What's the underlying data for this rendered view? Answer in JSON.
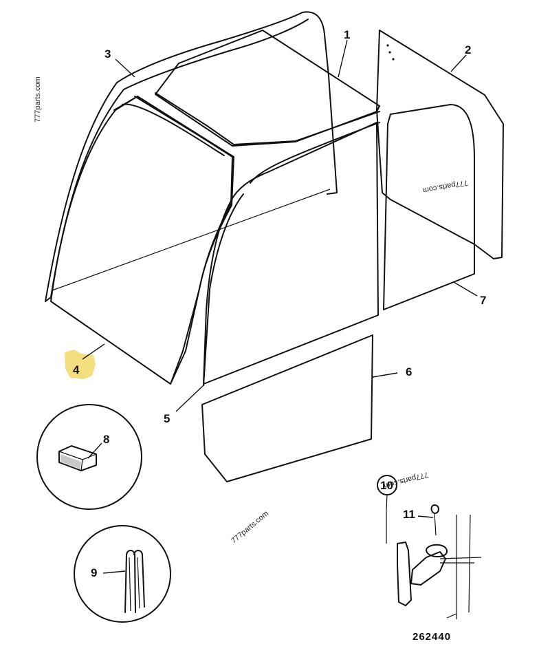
{
  "diagram": {
    "document_number": "262440",
    "watermarks": [
      "777parts.com",
      "777parts.com",
      "777parts.com",
      "777parts.com"
    ],
    "callouts": [
      "1",
      "2",
      "3",
      "4",
      "5",
      "6",
      "7",
      "8",
      "9",
      "10",
      "11"
    ],
    "highlight_color": "#f2d96a"
  }
}
